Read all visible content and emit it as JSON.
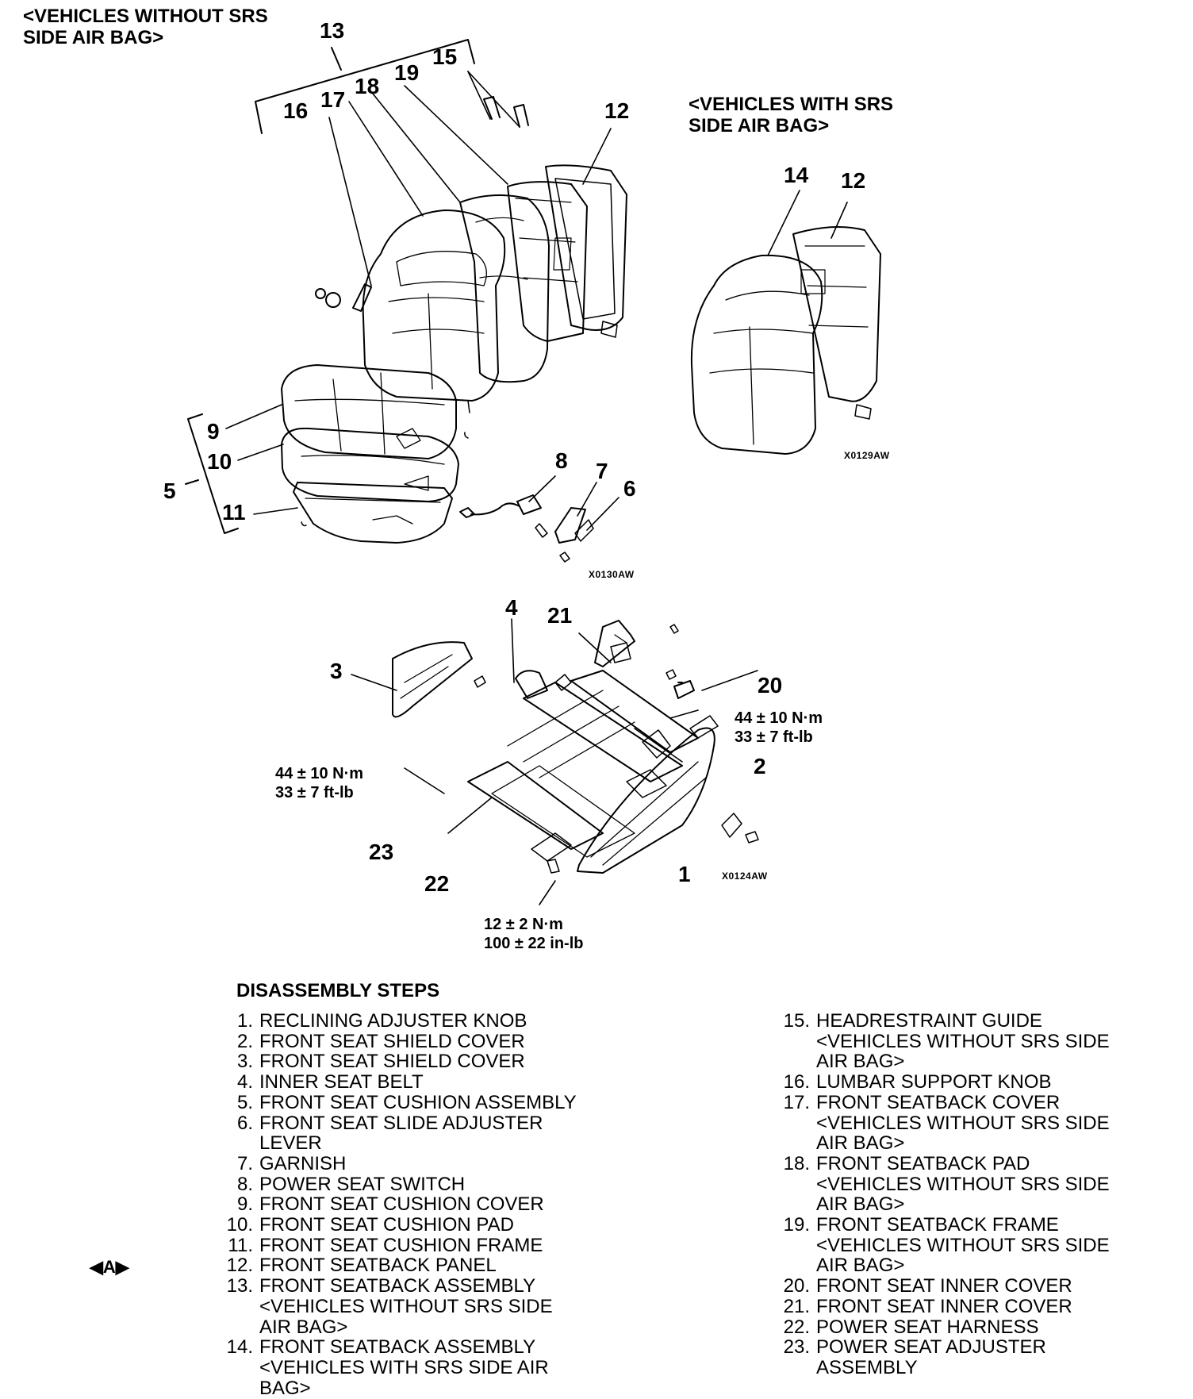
{
  "header_without_line1": "<VEHICLES WITHOUT SRS",
  "header_without_line2": "SIDE AIR BAG>",
  "header_with_line1": "<VEHICLES WITH SRS",
  "header_with_line2": "SIDE AIR BAG>",
  "callouts": {
    "c1": "1",
    "c2": "2",
    "c3": "3",
    "c4": "4",
    "c5": "5",
    "c6": "6",
    "c7": "7",
    "c8": "8",
    "c9": "9",
    "c10": "10",
    "c11": "11",
    "c12a": "12",
    "c12b": "12",
    "c13": "13",
    "c14": "14",
    "c15": "15",
    "c16": "16",
    "c17": "17",
    "c18": "18",
    "c19": "19",
    "c20": "20",
    "c21": "21",
    "c22": "22",
    "c23": "23"
  },
  "torque": {
    "left_nm": "44 ± 10 N·m",
    "left_ftlb": "33 ± 7 ft-lb",
    "right_nm": "44 ± 10 N·m",
    "right_ftlb": "33 ± 7 ft-lb",
    "bottom_nm": "12 ± 2 N·m",
    "bottom_inlb": "100 ± 22 in-lb"
  },
  "figure_codes": {
    "seatback": "X0129AW",
    "cushion": "X0130AW",
    "adjuster": "X0124AW"
  },
  "service_marker": "◀A▶",
  "steps_title": "DISASSEMBLY STEPS",
  "steps_left": [
    {
      "n": "1.",
      "lines": [
        "RECLINING ADJUSTER KNOB"
      ]
    },
    {
      "n": "2.",
      "lines": [
        "FRONT SEAT SHIELD COVER"
      ]
    },
    {
      "n": "3.",
      "lines": [
        "FRONT SEAT SHIELD COVER"
      ]
    },
    {
      "n": "4.",
      "lines": [
        "INNER SEAT BELT"
      ]
    },
    {
      "n": "5.",
      "lines": [
        "FRONT SEAT CUSHION ASSEMBLY"
      ]
    },
    {
      "n": "6.",
      "lines": [
        "FRONT SEAT SLIDE ADJUSTER",
        "LEVER"
      ]
    },
    {
      "n": "7.",
      "lines": [
        "GARNISH"
      ]
    },
    {
      "n": "8.",
      "lines": [
        "POWER SEAT SWITCH"
      ]
    },
    {
      "n": "9.",
      "lines": [
        "FRONT SEAT CUSHION COVER"
      ]
    },
    {
      "n": "10.",
      "lines": [
        "FRONT SEAT CUSHION PAD"
      ]
    },
    {
      "n": "11.",
      "lines": [
        "FRONT SEAT CUSHION FRAME"
      ]
    },
    {
      "n": "12.",
      "lines": [
        "FRONT SEATBACK PANEL"
      ]
    },
    {
      "n": "13.",
      "lines": [
        "FRONT SEATBACK ASSEMBLY",
        "<VEHICLES WITHOUT SRS SIDE",
        "AIR BAG>"
      ]
    },
    {
      "n": "14.",
      "lines": [
        "FRONT SEATBACK ASSEMBLY",
        "<VEHICLES WITH SRS SIDE AIR",
        "BAG>"
      ]
    }
  ],
  "steps_right": [
    {
      "n": "15.",
      "lines": [
        "HEADRESTRAINT GUIDE",
        "<VEHICLES WITHOUT SRS SIDE",
        "AIR BAG>"
      ]
    },
    {
      "n": "16.",
      "lines": [
        "LUMBAR SUPPORT KNOB"
      ]
    },
    {
      "n": "17.",
      "lines": [
        "FRONT SEATBACK COVER",
        "<VEHICLES WITHOUT SRS SIDE",
        "AIR BAG>"
      ]
    },
    {
      "n": "18.",
      "lines": [
        "FRONT SEATBACK PAD",
        "<VEHICLES WITHOUT SRS SIDE",
        "AIR BAG>"
      ]
    },
    {
      "n": "19.",
      "lines": [
        "FRONT SEATBACK FRAME",
        "<VEHICLES WITHOUT SRS SIDE",
        "AIR BAG>"
      ]
    },
    {
      "n": "20.",
      "lines": [
        "FRONT SEAT INNER COVER"
      ]
    },
    {
      "n": "21.",
      "lines": [
        "FRONT SEAT INNER COVER"
      ]
    },
    {
      "n": "22.",
      "lines": [
        "POWER SEAT HARNESS"
      ]
    },
    {
      "n": "23.",
      "lines": [
        "POWER SEAT ADJUSTER",
        "ASSEMBLY"
      ]
    }
  ]
}
